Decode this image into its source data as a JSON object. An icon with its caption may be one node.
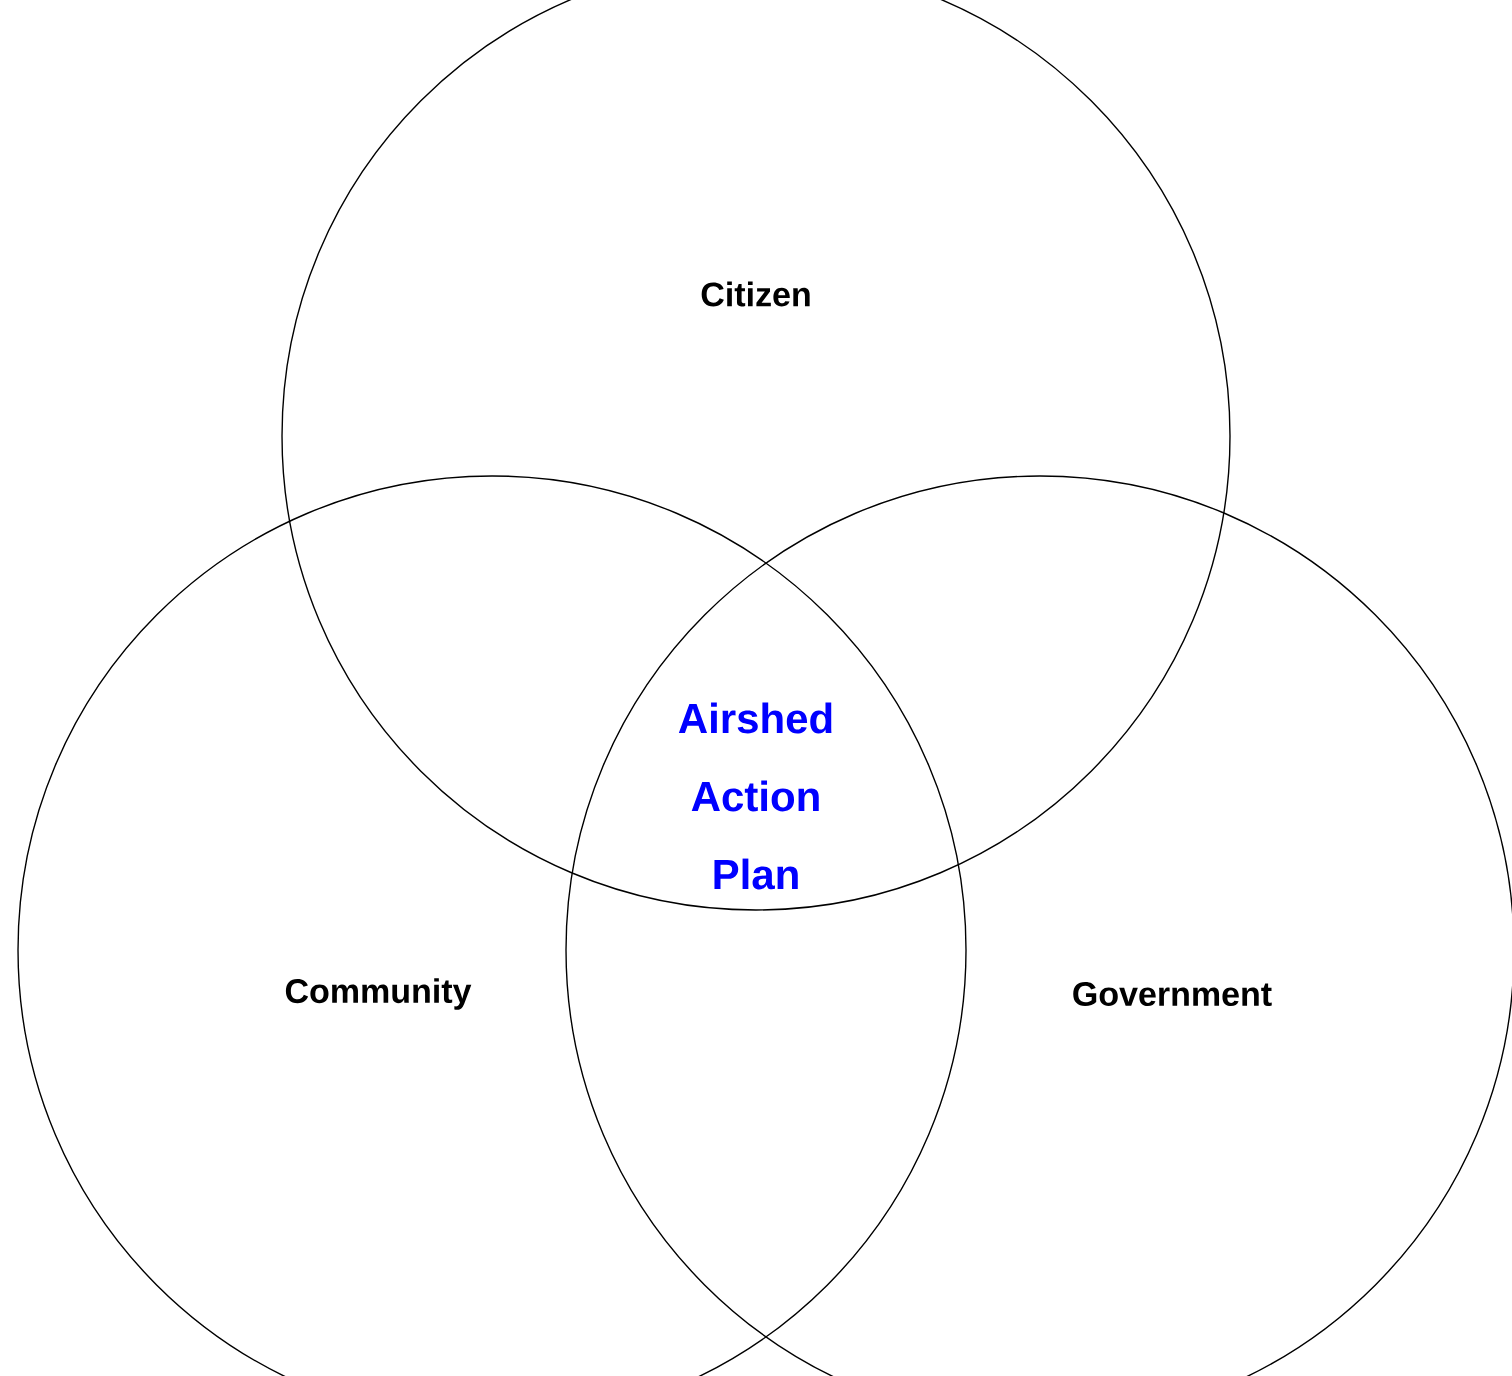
{
  "diagram": {
    "nodes": [
      {
        "text": [
          "Citizen"
        ]
      },
      {
        "text": [
          "Community"
        ]
      },
      {
        "text": [
          "Government"
        ]
      }
    ],
    "labels": [
      "Airshed Action Plan"
    ]
  }
}
